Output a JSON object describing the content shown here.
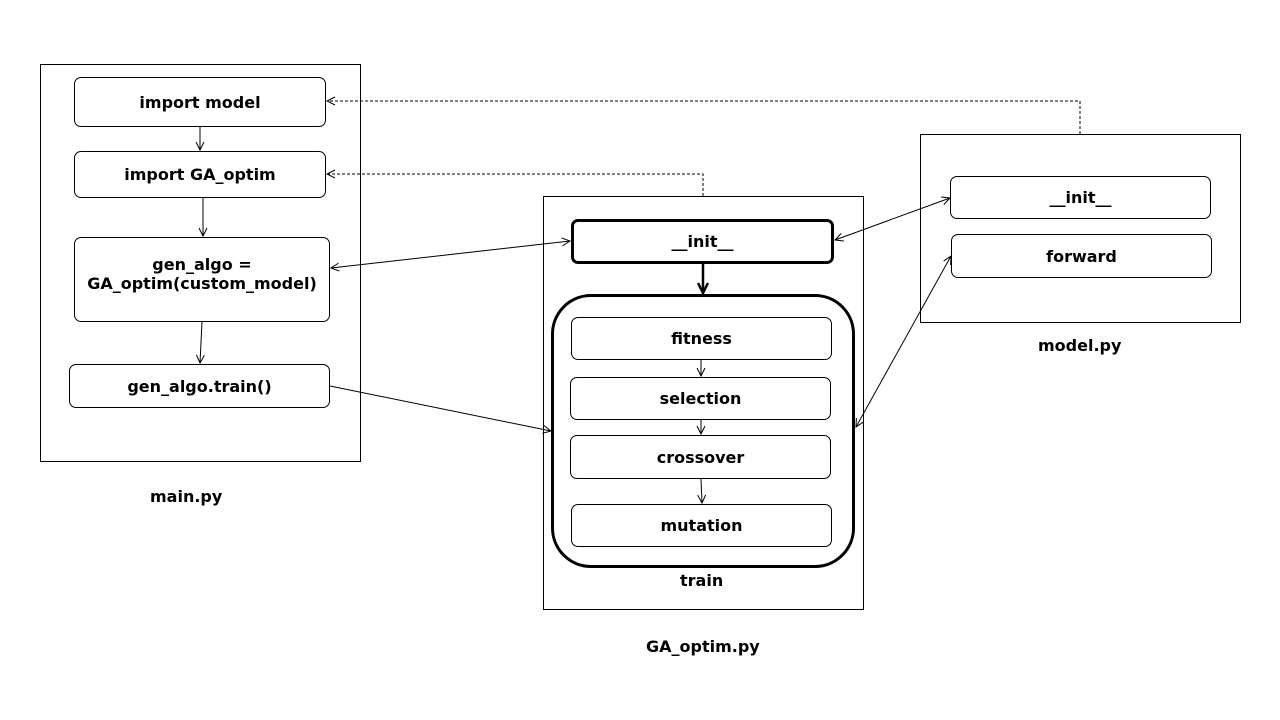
{
  "main_py": {
    "caption": "main.py",
    "nodes": {
      "import_model": "import model",
      "import_ga_optim": "import GA_optim",
      "gen_algo_line1": "gen_algo =",
      "gen_algo_line2": "GA_optim(custom_model)",
      "gen_algo_train": "gen_algo.train()"
    }
  },
  "ga_optim_py": {
    "caption": "GA_optim.py",
    "init_label": "__init__",
    "train_caption": "train",
    "train_steps": {
      "fitness": "fitness",
      "selection": "selection",
      "crossover": "crossover",
      "mutation": "mutation"
    }
  },
  "model_py": {
    "caption": "model.py",
    "init_label": "__init__",
    "forward_label": "forward"
  }
}
